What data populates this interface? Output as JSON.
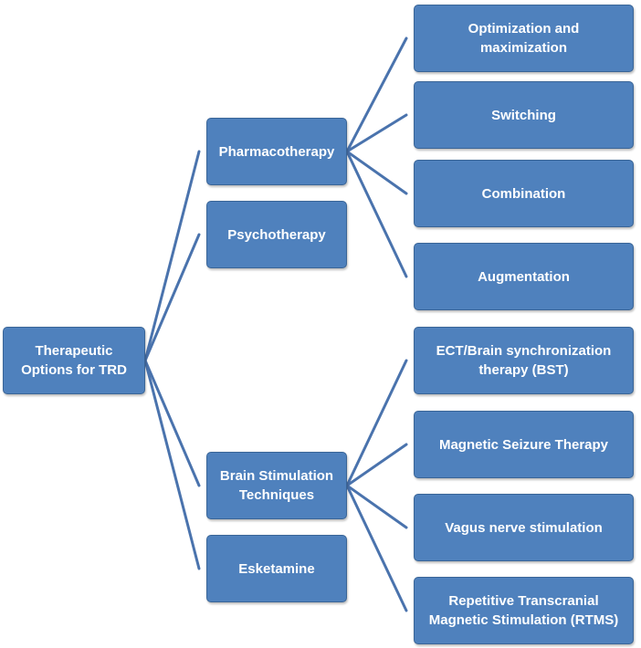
{
  "diagram": {
    "root": "Therapeutic\nOptions for TRD",
    "branches": [
      {
        "label": "Pharmacotherapy",
        "children": [
          "Optimization and\nmaximization",
          "Switching",
          "Combination",
          "Augmentation"
        ]
      },
      {
        "label": "Psychotherapy",
        "children": []
      },
      {
        "label": "Brain Stimulation\nTechniques",
        "children": [
          "ECT/Brain synchronization\ntherapy (BST)",
          "Magnetic Seizure Therapy",
          "Vagus nerve stimulation",
          "Repetitive Transcranial\nMagnetic Stimulation (RTMS)"
        ]
      },
      {
        "label": "Esketamine",
        "children": []
      }
    ],
    "colors": {
      "box_fill": "#4f81bd",
      "box_border": "#3a6597",
      "connector": "#4a73ad",
      "text": "#ffffff"
    }
  }
}
